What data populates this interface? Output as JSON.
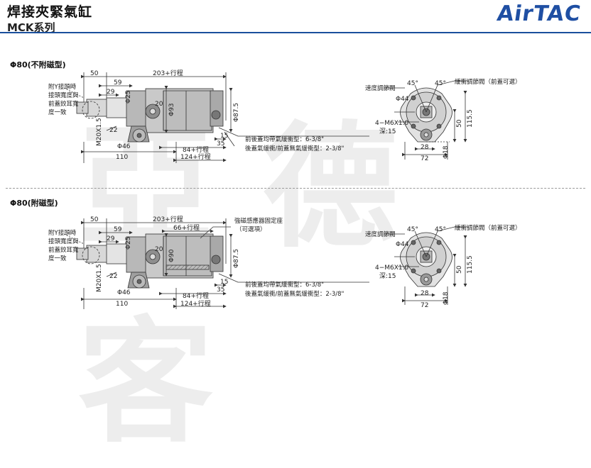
{
  "header": {
    "title": "焊接夾緊氣缸",
    "series": "MCK系列",
    "logo": "AirTAC",
    "accent": "#1f4fa3"
  },
  "watermark": "亞德客",
  "sections": [
    {
      "label": "Φ80(不附磁型)",
      "side_note": [
        "附Y接頭時",
        "接頭寬度與",
        "前蓋鉸耳寬",
        "度一致"
      ],
      "dims": {
        "d50": "50",
        "stroke": "203+行程",
        "d59": "59",
        "d29": "29",
        "d25": "Φ25",
        "d20": "20",
        "d93": "Φ93",
        "d875": "Φ87.5",
        "thread": "M20X1.5",
        "d22": "22",
        "d46": "Φ46",
        "d15": "15",
        "d35": "35",
        "d84": "84+行程",
        "d110": "110",
        "d124": "124+行程"
      },
      "notes": [
        "前後蓋均帶氣緩衝型：6-3/8\"",
        "後蓋氣緩衝/前蓋無氣緩衝型：2-3/8\""
      ],
      "end": {
        "speed": "速度調節閥",
        "cushion": "緩衝調節閥（前蓋可選）",
        "a1": "45°",
        "a2": "45°",
        "d44": "Φ44",
        "m6": "4−M6X1.0",
        "depth": "深:15",
        "d28": "28",
        "d72": "72",
        "d18": "Φ18",
        "d50": "50",
        "d115": "115.5"
      }
    },
    {
      "label": "Φ80(附磁型)",
      "side_note": [
        "附Y接頭時",
        "接頭寬度與",
        "前蓋鉸耳寬",
        "度一致"
      ],
      "sensor": [
        "強磁感應器固定座",
        "（可選項）"
      ],
      "dims": {
        "d50": "50",
        "stroke": "203+行程",
        "d66": "66+行程",
        "d59": "59",
        "d29": "29",
        "d25": "Φ25",
        "d20": "20",
        "d90": "Φ90",
        "d875": "Φ87.5",
        "thread": "M20X1.5",
        "d22": "22",
        "d46": "Φ46",
        "d15": "15",
        "d35": "35",
        "d84": "84+行程",
        "d110": "110",
        "d124": "124+行程"
      },
      "notes": [
        "前後蓋均帶氣緩衝型：6-3/8\"",
        "後蓋氣緩衝/前蓋無氣緩衝型：2-3/8\""
      ],
      "end": {
        "speed": "速度調節閥",
        "cushion": "緩衝調節閥（前蓋可選）",
        "a1": "45°",
        "a2": "45°",
        "d44": "Φ44",
        "m6": "4−M6X1.0",
        "depth": "深:15",
        "d28": "28",
        "d72": "72",
        "d18": "Φ18",
        "d50": "50",
        "d115": "115.5"
      }
    }
  ]
}
